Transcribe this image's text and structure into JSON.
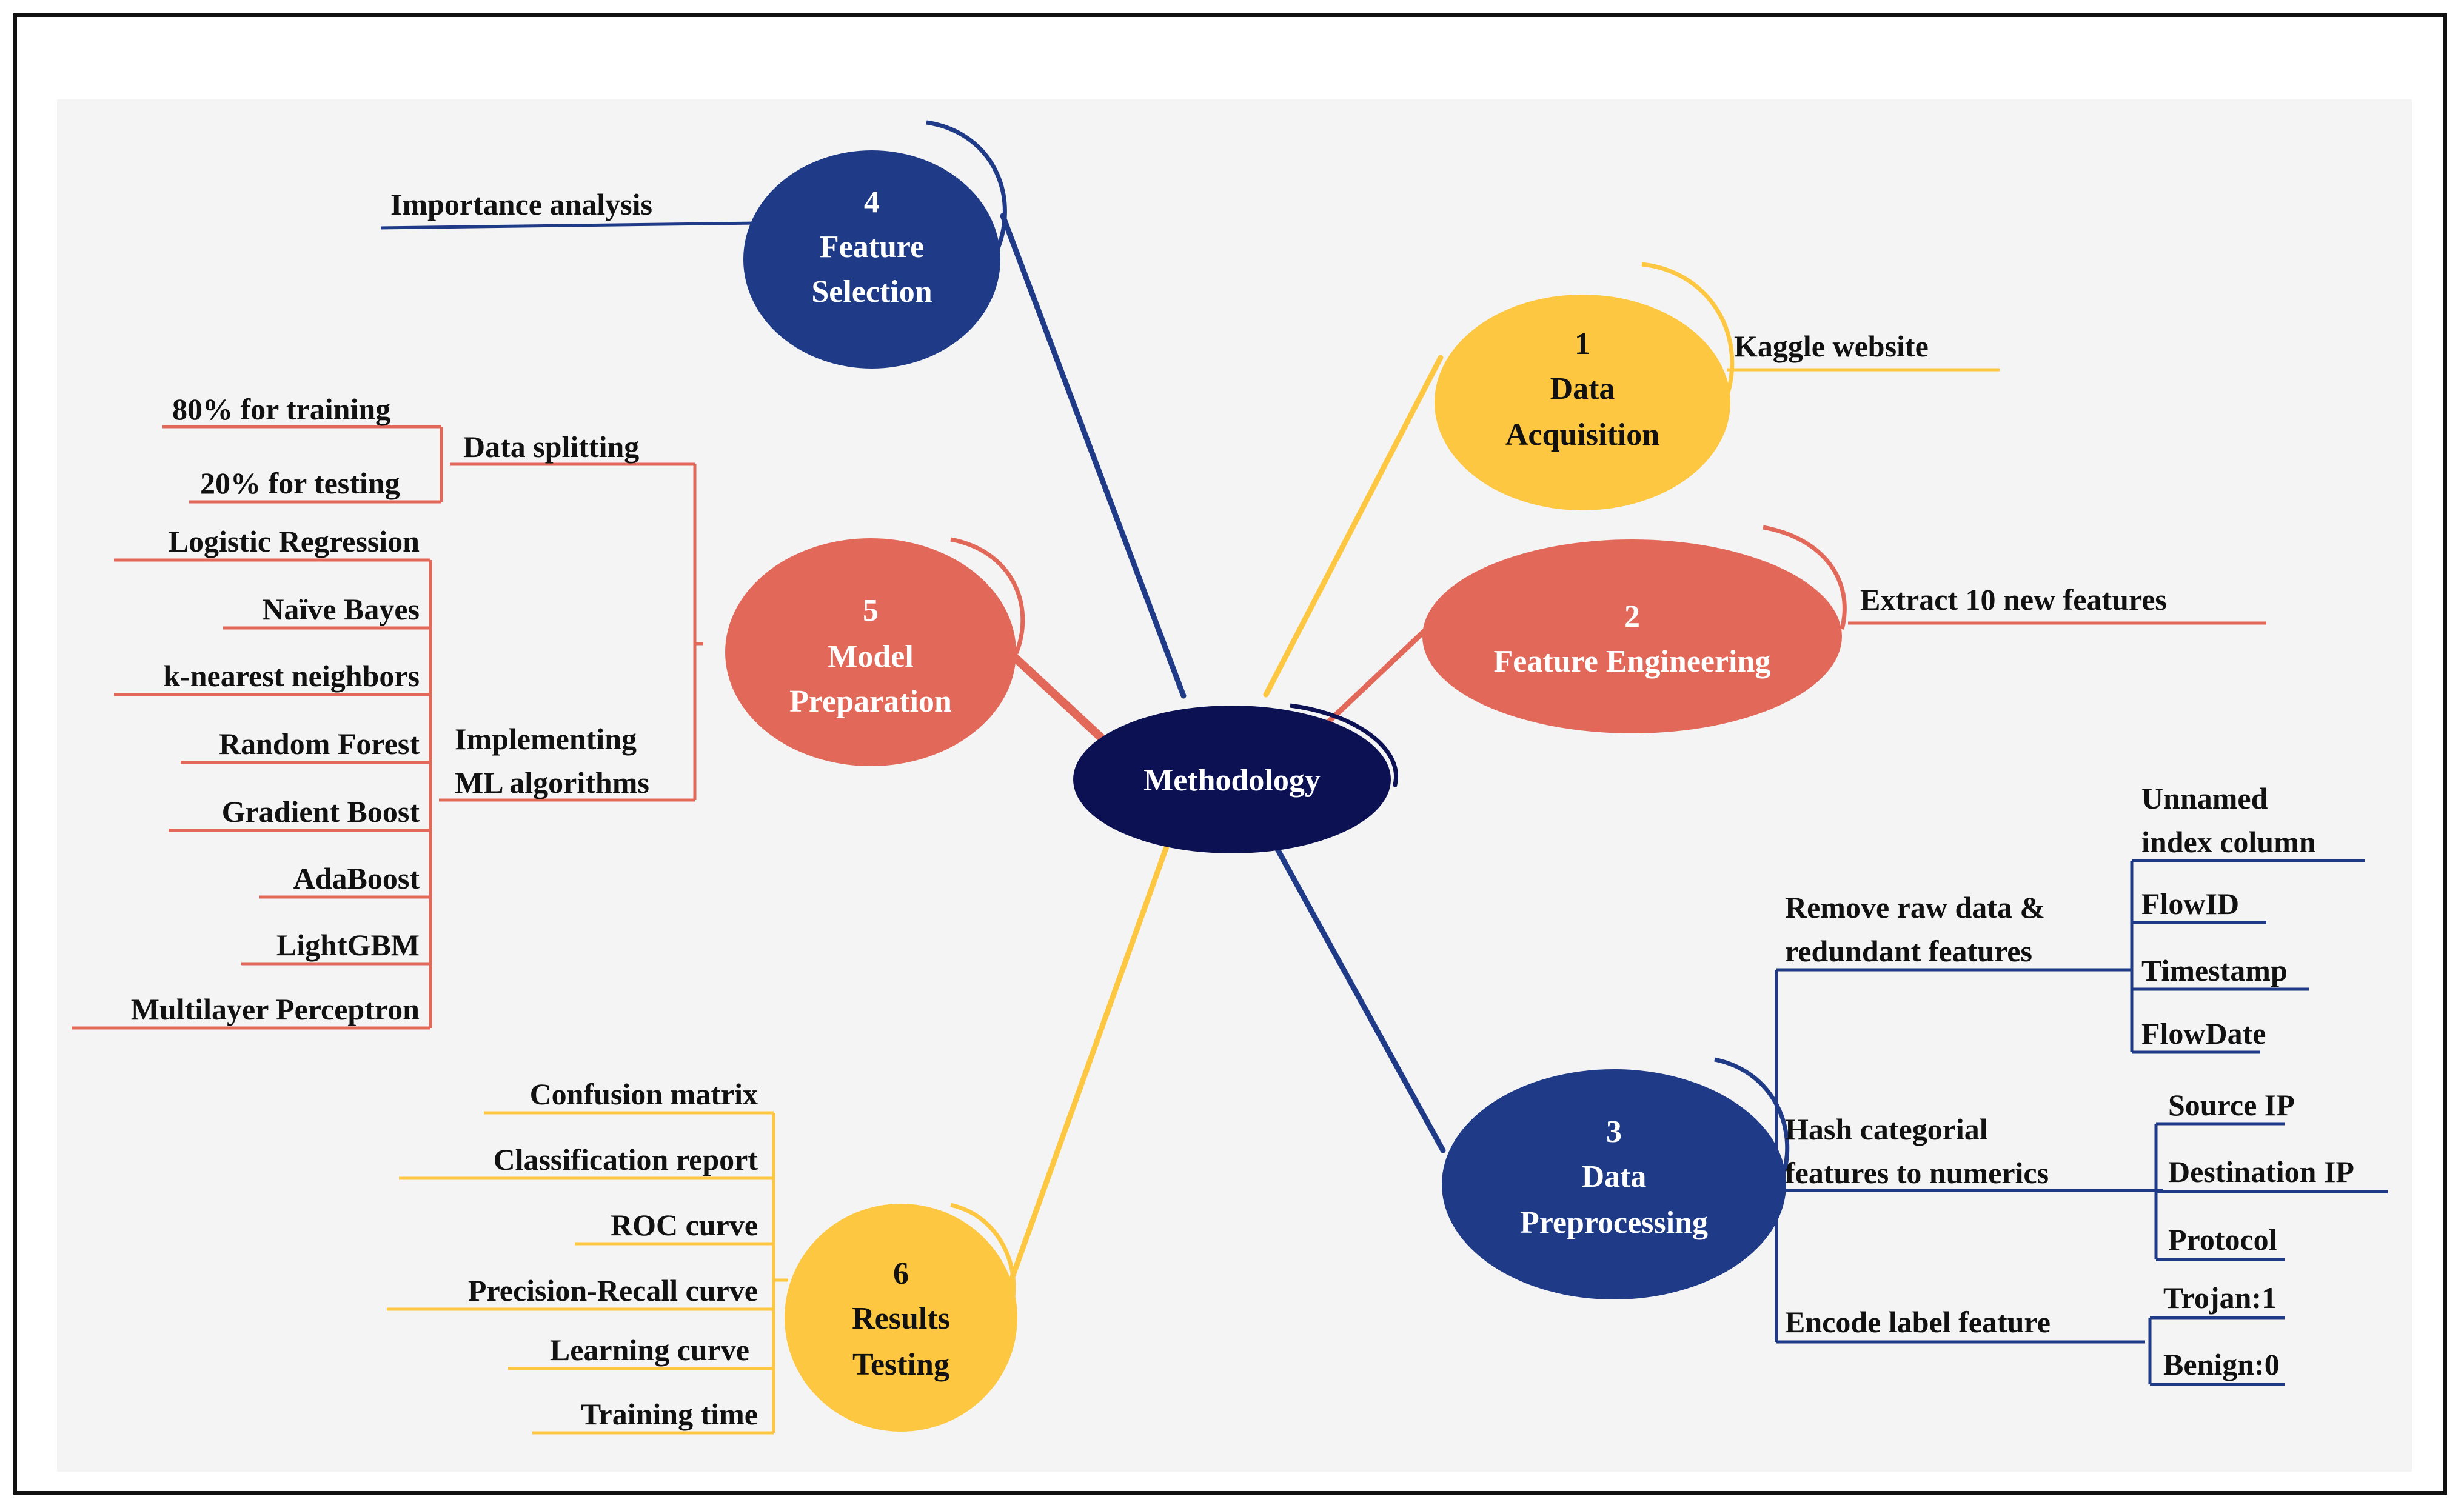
{
  "colors": {
    "navy": "#1f3a86",
    "dark_navy": "#0b1152",
    "yellow": "#fdc741",
    "salmon": "#e2695a",
    "panel_bg": "#f4f4f4",
    "text_dark": "#111111"
  },
  "center": {
    "label": "Methodology"
  },
  "nodes": {
    "n1": {
      "num": "1",
      "l1": "Data",
      "l2": "Acquisition"
    },
    "n2": {
      "num": "2",
      "l1": "Feature Engineering"
    },
    "n3": {
      "num": "3",
      "l1": "Data",
      "l2": "Preprocessing"
    },
    "n4": {
      "num": "4",
      "l1": "Feature",
      "l2": "Selection"
    },
    "n5": {
      "num": "5",
      "l1": "Model",
      "l2": "Preparation"
    },
    "n6": {
      "num": "6",
      "l1": "Results",
      "l2": "Testing"
    }
  },
  "leaves": {
    "importance": "Importance analysis",
    "kaggle": "Kaggle website",
    "extract": "Extract 10 new features",
    "split": "Data splitting",
    "train80": "80% for training",
    "test20": "20% for testing",
    "impl1": "Implementing",
    "impl2": "ML algorithms",
    "algos": [
      "Logistic Regression",
      "Naïve Bayes",
      "k-nearest neighbors",
      "Random Forest",
      "Gradient Boost",
      "AdaBoost",
      "LightGBM",
      "Multilayer Perceptron"
    ],
    "results": [
      "Confusion matrix",
      "Classification report",
      "ROC curve",
      "Precision-Recall curve",
      "Learning curve",
      "Training time"
    ],
    "remove1": "Remove raw data &",
    "remove2": "redundant features",
    "removed": [
      "Unnamed",
      "index column",
      "FlowID",
      "Timestamp",
      "FlowDate"
    ],
    "hash1": "Hash categorial",
    "hash2": "features to numerics",
    "hashed": [
      "Source IP",
      "Destination IP",
      "Protocol"
    ],
    "encode": "Encode label feature",
    "encoded": [
      "Trojan:1",
      "Benign:0"
    ]
  }
}
